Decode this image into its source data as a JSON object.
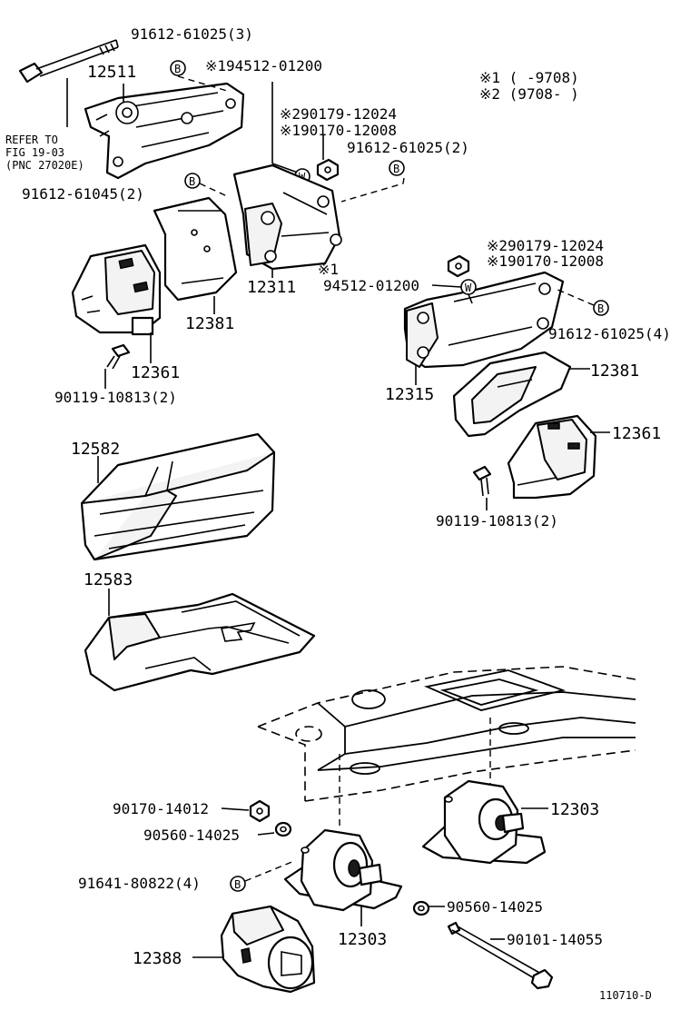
{
  "legend": {
    "line1": "※1 (      -9708)",
    "line2": "※2 (9708-       )"
  },
  "symbols": {
    "bolt": "B",
    "washer": "W"
  },
  "labels": {
    "p91612_61025_3": "91612-61025(3)",
    "p12511": "12511",
    "p94512_01200_a": "※194512-01200",
    "refer1": "REFER TO",
    "refer2": "FIG 19-03",
    "refer3": "(PNC 27020E)",
    "p90179_a": "※290179-12024",
    "p90170_a": "※190170-12008",
    "p91612_61025_2": "91612-61025(2)",
    "p91612_61045_2": "91612-61045(2)",
    "p12311": "12311",
    "p12381_a": "12381",
    "p12361_a": "12361",
    "p90119_a": "90119-10813(2)",
    "p90179_b": "※290179-12024",
    "p90170_b": "※190170-12008",
    "p94512_b_mark": "※1",
    "p94512_b": "94512-01200",
    "p91612_61025_4": "91612-61025(4)",
    "p12315": "12315",
    "p12381_b": "12381",
    "p12361_b": "12361",
    "p90119_b": "90119-10813(2)",
    "p12582": "12582",
    "p12583": "12583",
    "p90170_14012": "90170-14012",
    "p90560_a": "90560-14025",
    "p12303_a": "12303",
    "p91641": "91641-80822(4)",
    "p90560_b": "90560-14025",
    "p12303_b": "12303",
    "p12388": "12388",
    "p90101": "90101-14055",
    "figno": "110710-D"
  }
}
